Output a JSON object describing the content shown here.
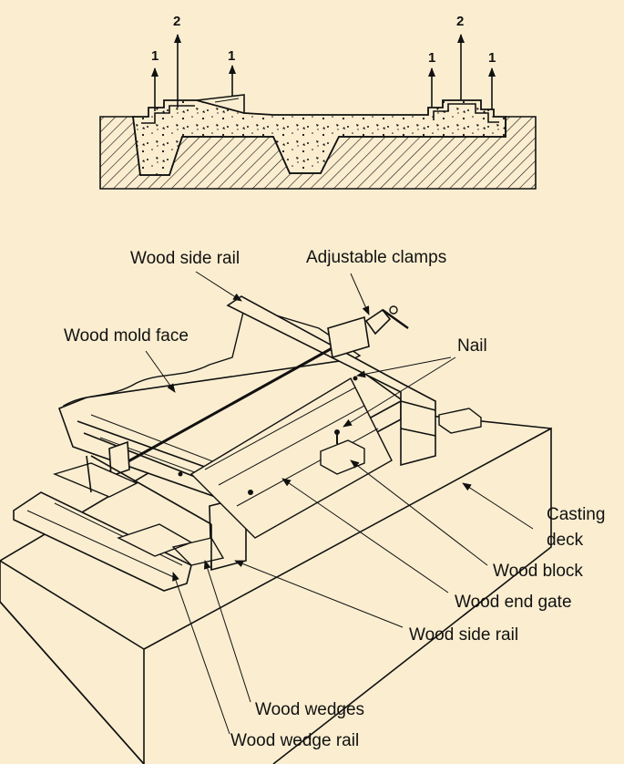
{
  "top_section": {
    "force_labels": [
      "1",
      "2",
      "1",
      "1",
      "2",
      "1"
    ]
  },
  "labels": {
    "wood_side_rail_top": "Wood side rail",
    "adjustable_clamps": "Adjustable clamps",
    "wood_mold_face": "Wood mold face",
    "nail": "Nail",
    "casting_deck_line1": "Casting",
    "casting_deck_line2": "deck",
    "wood_block": "Wood block",
    "wood_end_gate": "Wood end gate",
    "wood_side_rail_bottom": "Wood side rail",
    "wood_wedges": "Wood wedges",
    "wood_wedge_rail": "Wood wedge rail"
  },
  "colors": {
    "background": "#fbeed0",
    "ink": "#111111"
  }
}
